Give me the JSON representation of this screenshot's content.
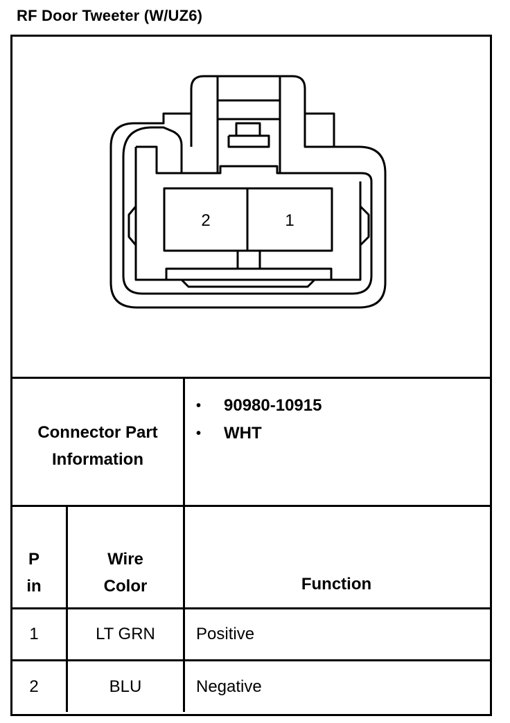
{
  "title": "RF Door Tweeter (W/UZ6)",
  "connector": {
    "pins": [
      {
        "label": "2"
      },
      {
        "label": "1"
      }
    ]
  },
  "part_info": {
    "header_line1": "Connector Part",
    "header_line2": "Information",
    "items": [
      "90980-10915",
      "WHT"
    ]
  },
  "table": {
    "headers": {
      "pin_line1": "P",
      "pin_line2": "in",
      "wire_line1": "Wire",
      "wire_line2": "Color",
      "function": "Function"
    },
    "rows": [
      {
        "pin": "1",
        "wire": "LT GRN",
        "function": "Positive"
      },
      {
        "pin": "2",
        "wire": "BLU",
        "function": "Negative"
      }
    ]
  }
}
